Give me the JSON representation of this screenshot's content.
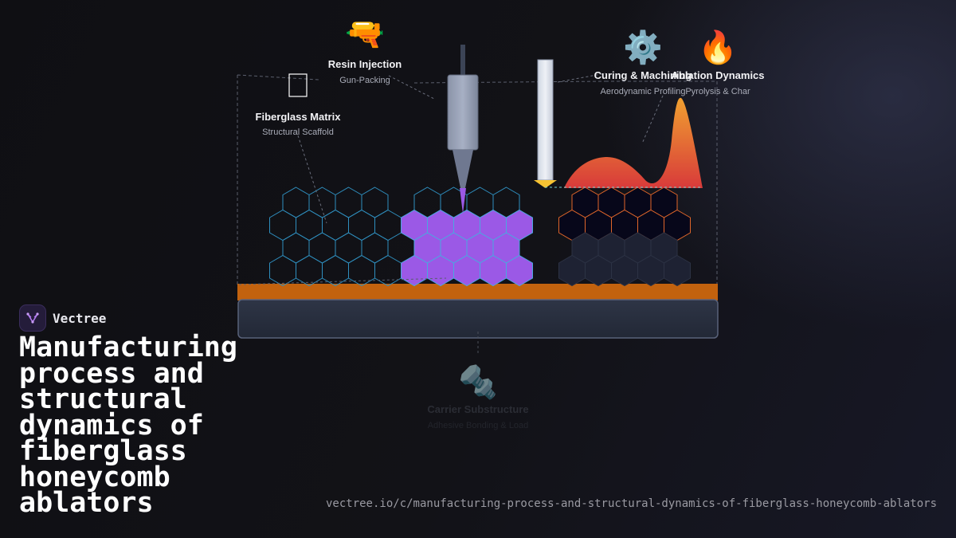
{
  "brand": {
    "name": "Vectree",
    "logo_color": "#9b5de5"
  },
  "headline": "Manufacturing process and structural dynamics of fiberglass honeycomb ablators",
  "url": "vectree.io/c/manufacturing-process-and-structural-dynamics-of-fiberglass-honeycomb-ablators",
  "diagram": {
    "stages": [
      {
        "id": "fiberglass",
        "icon": "empty-glyph-icon",
        "emoji": "",
        "title": "Fiberglass Matrix",
        "subtitle": "Structural Scaffold"
      },
      {
        "id": "resin",
        "icon": "water-pistol-icon",
        "emoji": "🔫",
        "title": "Resin Injection",
        "subtitle": "Gun-Packing"
      },
      {
        "id": "curing",
        "icon": "gear-icon",
        "emoji": "⚙️",
        "title": "Curing & Machining",
        "subtitle": "Aerodynamic Profiling"
      },
      {
        "id": "ablation",
        "icon": "fire-icon",
        "emoji": "🔥",
        "title": "Ablation Dynamics",
        "subtitle": "Pyrolysis & Char"
      },
      {
        "id": "carrier",
        "icon": "nut-and-bolt-icon",
        "emoji": "🔩",
        "title": "Carrier Substructure",
        "subtitle": "Adhesive Bonding & Load"
      }
    ],
    "colors": {
      "empty_cell_stroke": "#2f8fbf",
      "filled_cell": "#9b59e6",
      "filled_cell_stroke": "#4aa8e0",
      "charred_cell_stroke": "#e0662a",
      "charred_cell_fill": "#07071a",
      "virgin_cell_fill": "#1e2233",
      "bond_layer": "#c2620e",
      "substructure": "#2a3140",
      "heat_flux_top": "#f0a030",
      "heat_flux_bottom": "#d83a3a",
      "cutter_tip": "#f7c332"
    }
  }
}
